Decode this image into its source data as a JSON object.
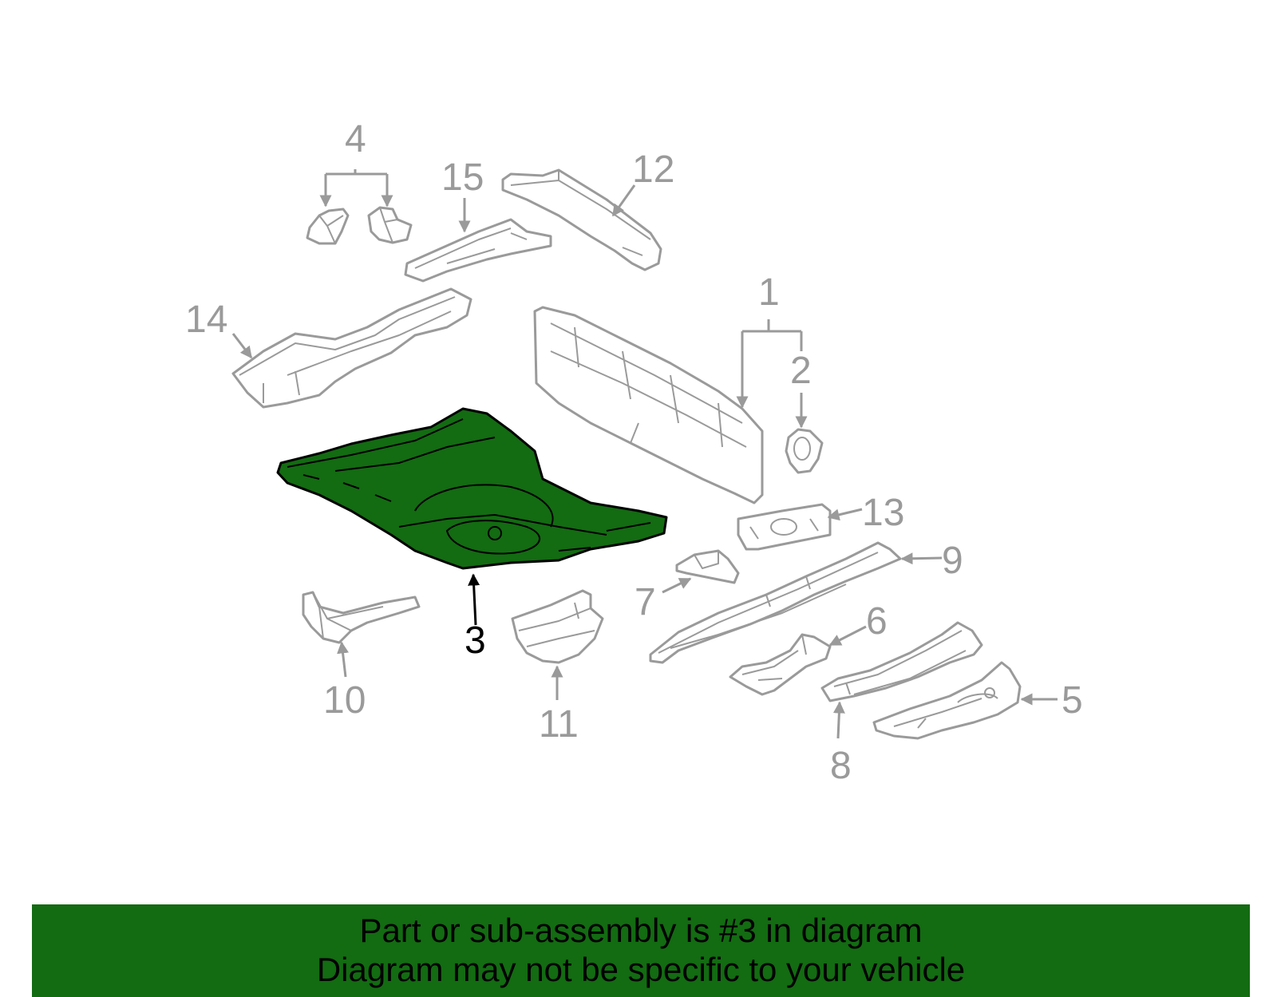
{
  "diagram": {
    "highlighted_part": "3",
    "colors": {
      "highlight": "#136b12",
      "outline": "#9a9a9a",
      "highlight_outline": "#000000",
      "footer_bg": "#136b12"
    },
    "callouts": [
      "1",
      "2",
      "3",
      "4",
      "5",
      "6",
      "7",
      "8",
      "9",
      "10",
      "11",
      "12",
      "13",
      "14",
      "15"
    ]
  },
  "footer": {
    "line1": "Part or sub-assembly is #3 in diagram",
    "line2": "Diagram may not be specific to your vehicle"
  }
}
